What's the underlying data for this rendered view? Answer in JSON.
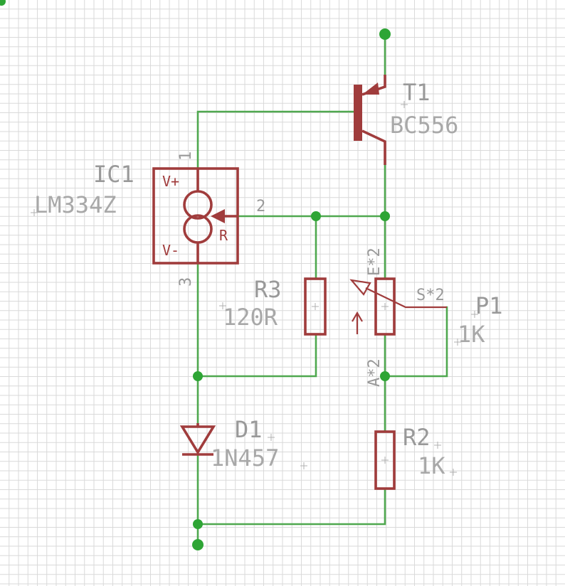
{
  "components": {
    "T1": {
      "name": "T1",
      "value": "BC556"
    },
    "IC1": {
      "name": "IC1",
      "value": "LM334Z",
      "pin1": "1",
      "pin2": "2",
      "pin3": "3",
      "vplus": "V+",
      "vminus": "V-",
      "r": "R"
    },
    "R3": {
      "name": "R3",
      "value": "120R"
    },
    "P1": {
      "name": "P1",
      "value": "1K",
      "pin_e": "E*2",
      "pin_s": "S*2",
      "pin_a": "A*2"
    },
    "D1": {
      "name": "D1",
      "value": "1N457"
    },
    "R2": {
      "name": "R2",
      "value": "1K"
    }
  },
  "colors": {
    "wire": "#4fa84f",
    "junction": "#2ea535",
    "symbol": "#a03c3c",
    "label": "#999999",
    "grid": "#d9d9d9"
  }
}
